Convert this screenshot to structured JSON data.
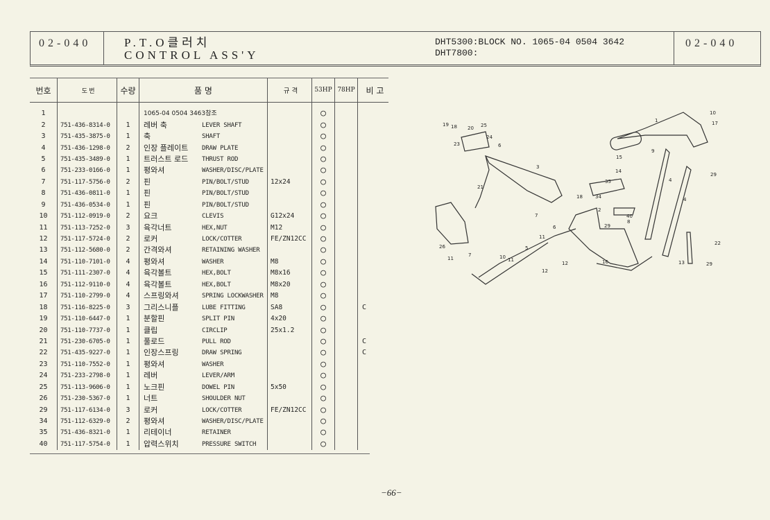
{
  "header": {
    "code_left": "02-040",
    "title_ko": "P.T.O클러치",
    "title_en": "CONTROL ASS'Y",
    "model_line1": "DHT5300:BLOCK NO. 1065-04 0504 3642",
    "model_line2": "DHT7800:",
    "code_right": "02-040"
  },
  "table": {
    "columns": [
      "번호",
      "도   번",
      "수량",
      "품            명",
      "규 격",
      "53HP",
      "78HP",
      "비 고"
    ],
    "rows": [
      {
        "no": "1",
        "part": "",
        "qty": "",
        "ko": "1065-04 0504 3463참조",
        "en": "",
        "spec": "",
        "hp53": "○",
        "hp78": "",
        "remark": ""
      },
      {
        "no": "2",
        "part": "751-436-8314-0",
        "qty": "1",
        "ko": "레버 축",
        "en": "LEVER SHAFT",
        "spec": "",
        "hp53": "○",
        "hp78": "",
        "remark": ""
      },
      {
        "no": "3",
        "part": "751-435-3875-0",
        "qty": "1",
        "ko": "축",
        "en": "SHAFT",
        "spec": "",
        "hp53": "○",
        "hp78": "",
        "remark": ""
      },
      {
        "no": "4",
        "part": "751-436-1298-0",
        "qty": "2",
        "ko": "인장 플레이트",
        "en": "DRAW PLATE",
        "spec": "",
        "hp53": "○",
        "hp78": "",
        "remark": ""
      },
      {
        "no": "5",
        "part": "751-435-3489-0",
        "qty": "1",
        "ko": "트러스트 로드",
        "en": "THRUST ROD",
        "spec": "",
        "hp53": "○",
        "hp78": "",
        "remark": ""
      },
      {
        "no": "6",
        "part": "751-233-0166-0",
        "qty": "1",
        "ko": "평와셔",
        "en": "WASHER/DISC/PLATE",
        "spec": "",
        "hp53": "○",
        "hp78": "",
        "remark": ""
      },
      {
        "no": "7",
        "part": "751-117-5756-0",
        "qty": "2",
        "ko": "핀",
        "en": "PIN/BOLT/STUD",
        "spec": "12x24",
        "hp53": "○",
        "hp78": "",
        "remark": ""
      },
      {
        "no": "8",
        "part": "751-436-0811-0",
        "qty": "1",
        "ko": "핀",
        "en": "PIN/BOLT/STUD",
        "spec": "",
        "hp53": "○",
        "hp78": "",
        "remark": ""
      },
      {
        "no": "9",
        "part": "751-436-0534-0",
        "qty": "1",
        "ko": "핀",
        "en": "PIN/BOLT/STUD",
        "spec": "",
        "hp53": "○",
        "hp78": "",
        "remark": ""
      },
      {
        "no": "10",
        "part": "751-112-0919-0",
        "qty": "2",
        "ko": "요크",
        "en": "CLEVIS",
        "spec": "G12x24",
        "hp53": "○",
        "hp78": "",
        "remark": ""
      },
      {
        "no": "11",
        "part": "751-113-7252-0",
        "qty": "3",
        "ko": "육각너트",
        "en": "HEX,NUT",
        "spec": "M12",
        "hp53": "○",
        "hp78": "",
        "remark": ""
      },
      {
        "no": "12",
        "part": "751-117-5724-0",
        "qty": "2",
        "ko": "로커",
        "en": "LOCK/COTTER",
        "spec": "FE/ZN12CC",
        "hp53": "○",
        "hp78": "",
        "remark": ""
      },
      {
        "no": "13",
        "part": "751-112-5680-0",
        "qty": "2",
        "ko": "간격와셔",
        "en": "RETAINING WASHER",
        "spec": "",
        "hp53": "○",
        "hp78": "",
        "remark": ""
      },
      {
        "no": "14",
        "part": "751-110-7101-0",
        "qty": "4",
        "ko": "평와셔",
        "en": "WASHER",
        "spec": "M8",
        "hp53": "○",
        "hp78": "",
        "remark": ""
      },
      {
        "no": "15",
        "part": "751-111-2307-0",
        "qty": "4",
        "ko": "육각볼트",
        "en": "HEX,BOLT",
        "spec": "M8x16",
        "hp53": "○",
        "hp78": "",
        "remark": ""
      },
      {
        "no": "16",
        "part": "751-112-9110-0",
        "qty": "4",
        "ko": "육각볼트",
        "en": "HEX,BOLT",
        "spec": "M8x20",
        "hp53": "○",
        "hp78": "",
        "remark": ""
      },
      {
        "no": "17",
        "part": "751-110-2799-0",
        "qty": "4",
        "ko": "스프링와셔",
        "en": "SPRING LOCKWASHER",
        "spec": "M8",
        "hp53": "○",
        "hp78": "",
        "remark": ""
      },
      {
        "no": "18",
        "part": "751-116-8225-0",
        "qty": "3",
        "ko": "그리스니플",
        "en": "LUBE FITTING",
        "spec": "SA8",
        "hp53": "○",
        "hp78": "",
        "remark": "C"
      },
      {
        "no": "19",
        "part": "751-110-6447-0",
        "qty": "1",
        "ko": "분할핀",
        "en": "SPLIT PIN",
        "spec": "4x20",
        "hp53": "○",
        "hp78": "",
        "remark": ""
      },
      {
        "no": "20",
        "part": "751-110-7737-0",
        "qty": "1",
        "ko": "클립",
        "en": "CIRCLIP",
        "spec": "25x1.2",
        "hp53": "○",
        "hp78": "",
        "remark": ""
      },
      {
        "no": "21",
        "part": "751-230-6705-0",
        "qty": "1",
        "ko": "풀로드",
        "en": "PULL ROD",
        "spec": "",
        "hp53": "○",
        "hp78": "",
        "remark": "C"
      },
      {
        "no": "22",
        "part": "751-435-9227-0",
        "qty": "1",
        "ko": "인장스프링",
        "en": "DRAW SPRING",
        "spec": "",
        "hp53": "○",
        "hp78": "",
        "remark": "C"
      },
      {
        "no": "23",
        "part": "751-110-7552-0",
        "qty": "1",
        "ko": "평와셔",
        "en": "WASHER",
        "spec": "",
        "hp53": "○",
        "hp78": "",
        "remark": ""
      },
      {
        "no": "24",
        "part": "751-233-2798-0",
        "qty": "1",
        "ko": "레버",
        "en": "LEVER/ARM",
        "spec": "",
        "hp53": "○",
        "hp78": "",
        "remark": ""
      },
      {
        "no": "25",
        "part": "751-113-9606-0",
        "qty": "1",
        "ko": "노크핀",
        "en": "DOWEL PIN",
        "spec": "5x50",
        "hp53": "○",
        "hp78": "",
        "remark": ""
      },
      {
        "no": "26",
        "part": "751-230-5367-0",
        "qty": "1",
        "ko": "너트",
        "en": "SHOULDER NUT",
        "spec": "",
        "hp53": "○",
        "hp78": "",
        "remark": ""
      },
      {
        "no": "29",
        "part": "751-117-6134-0",
        "qty": "3",
        "ko": "로커",
        "en": "LOCK/COTTER",
        "spec": "FE/ZN12CC",
        "hp53": "○",
        "hp78": "",
        "remark": ""
      },
      {
        "no": "34",
        "part": "751-112-6329-0",
        "qty": "2",
        "ko": "평와셔",
        "en": "WASHER/DISC/PLATE",
        "spec": "",
        "hp53": "○",
        "hp78": "",
        "remark": ""
      },
      {
        "no": "35",
        "part": "751-436-8321-0",
        "qty": "1",
        "ko": "리테이너",
        "en": "RETAINER",
        "spec": "",
        "hp53": "○",
        "hp78": "",
        "remark": ""
      },
      {
        "no": "40",
        "part": "751-117-5754-0",
        "qty": "1",
        "ko": "압력스위치",
        "en": "PRESSURE SWITCH",
        "spec": "",
        "hp53": "○",
        "hp78": "",
        "remark": ""
      }
    ]
  },
  "diagram": {
    "callouts": [
      "10",
      "17",
      "1",
      "9",
      "29",
      "15",
      "14",
      "35",
      "4",
      "4",
      "3",
      "25",
      "20",
      "24",
      "6",
      "23",
      "19",
      "18",
      "21",
      "18",
      "34",
      "2",
      "40",
      "29",
      "8",
      "7",
      "7",
      "6",
      "11",
      "5",
      "10",
      "11",
      "12",
      "12",
      "16",
      "22",
      "13",
      "29",
      "26",
      "11"
    ]
  },
  "footer": {
    "page": "−66−"
  }
}
